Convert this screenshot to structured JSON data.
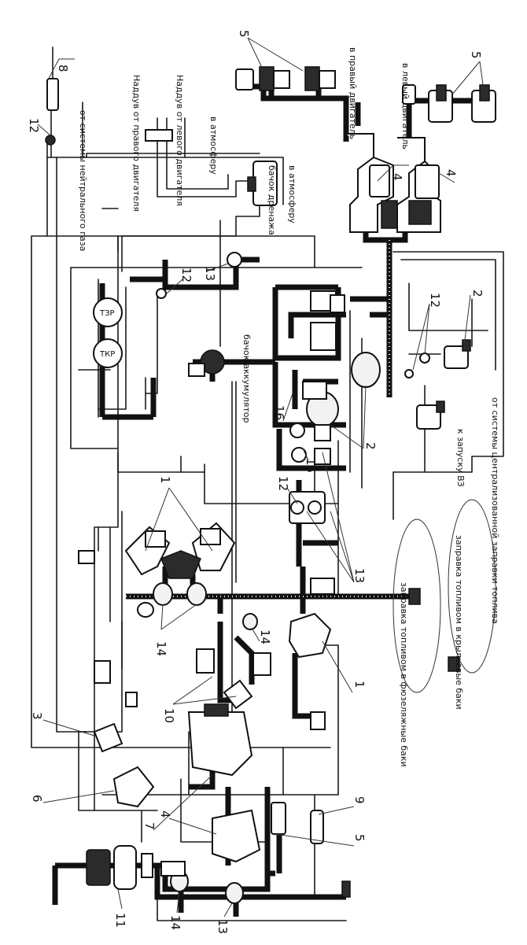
{
  "labels": {
    "neutral_gas": "от системы нейтрального газа",
    "boost_right": "Наддув от правого двигателя",
    "boost_left": "Наддув от левого двигателя",
    "to_atmosphere_1": "в атмосферу",
    "drain_tank": "бачок дренажа",
    "to_atmosphere_2": "в атмосферу",
    "to_right_engine": "в правый двигатель",
    "to_left_engine": "в левый двигатель",
    "accumulator": "бачок-аккумулятор",
    "to_apu": "к запуску ВЗ",
    "from_refuel": "от системы централизованной заправки топлива",
    "refuel_fuselage": "заправка топливом в фюзеляжные баки",
    "refuel_wing": "заправка топливом в крыльевые баки",
    "gauge_tkr": "ТКР",
    "gauge_tzr": "ТЗР"
  },
  "numbers": {
    "n8": "8",
    "n12_top": "12",
    "n5_top_left": "5",
    "n5_top_right": "5",
    "n4_top_a": "4",
    "n4_top_b": "4",
    "n12_mid": "12",
    "n13_mid": "13",
    "n12_right": "12",
    "n2_right": "2",
    "n16": "16",
    "n15": "15",
    "n2_center": "2",
    "n12_center": "12",
    "n13_center": "13",
    "n1_left": "1",
    "n14_left": "14",
    "n14_mid": "14",
    "n10": "10",
    "n1_right": "1",
    "n3": "3",
    "n6": "6",
    "n7": "7",
    "n4_bottom": "4",
    "n5_bottom": "5",
    "n9": "9",
    "n11": "11",
    "n14_bottom": "14",
    "n13_bottom": "13"
  }
}
